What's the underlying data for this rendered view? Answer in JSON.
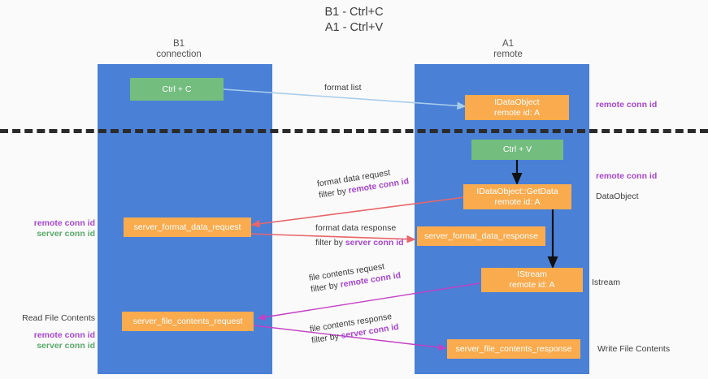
{
  "title": {
    "line1": "B1 - Ctrl+C",
    "line2": "A1 - Ctrl+V"
  },
  "columns": [
    {
      "name": "B1",
      "sub": "connection"
    },
    {
      "name": "A1",
      "sub": "remote"
    }
  ],
  "nodes": {
    "ctrl_c": {
      "label": "Ctrl + C"
    },
    "idataobject": {
      "line1": "IDataObject",
      "line2": "remote id: A"
    },
    "ctrl_v": {
      "label": "Ctrl + V"
    },
    "getdata": {
      "line1": "IDataObject::GetData",
      "line2": "remote id: A"
    },
    "format_request": {
      "label": "server_format_data_request"
    },
    "format_response": {
      "label": "server_format_data_response"
    },
    "istream": {
      "line1": "IStream",
      "line2": "remote id: A"
    },
    "file_request": {
      "label": "server_file_contents_request"
    },
    "file_response": {
      "label": "server_file_contents_response"
    }
  },
  "edges": {
    "format_list": {
      "label": "format list"
    },
    "format_data_request": {
      "line1": "format data request",
      "filter_prefix": "filter by ",
      "filter_value": "remote conn id"
    },
    "format_data_response": {
      "line1": "format data response",
      "filter_prefix": "filter by ",
      "filter_value": "server conn id"
    },
    "file_contents_request": {
      "line1": "file contents request",
      "filter_prefix": "filter by ",
      "filter_value": "remote conn id"
    },
    "file_contents_response": {
      "line1": "file contents response",
      "filter_prefix": "filter by ",
      "filter_value": "server conn id"
    }
  },
  "annotations": {
    "right_top": {
      "text": "remote conn id"
    },
    "right_getdata": {
      "text": "remote conn id"
    },
    "right_dataobject": {
      "text": "DataObject"
    },
    "right_istream": {
      "text": "Istream"
    },
    "right_write": {
      "text": "Write File Contents"
    },
    "left_format": {
      "remote": "remote conn id",
      "server": "server conn id"
    },
    "left_read": {
      "heading": "Read File Contents",
      "remote": "remote conn id",
      "server": "server conn id"
    }
  },
  "colors": {
    "lane": "#4a80d6",
    "node_green": "#73bd7e",
    "node_orange": "#f9ab4e",
    "arrow_blue": "#a8cdea",
    "arrow_black": "#111111",
    "arrow_red": "#e8656a",
    "arrow_magenta": "#c43fc4",
    "purple_text": "#a646cf",
    "green_text": "#59a96a",
    "divider": "#2b2b2b",
    "background": "#fafafa"
  }
}
